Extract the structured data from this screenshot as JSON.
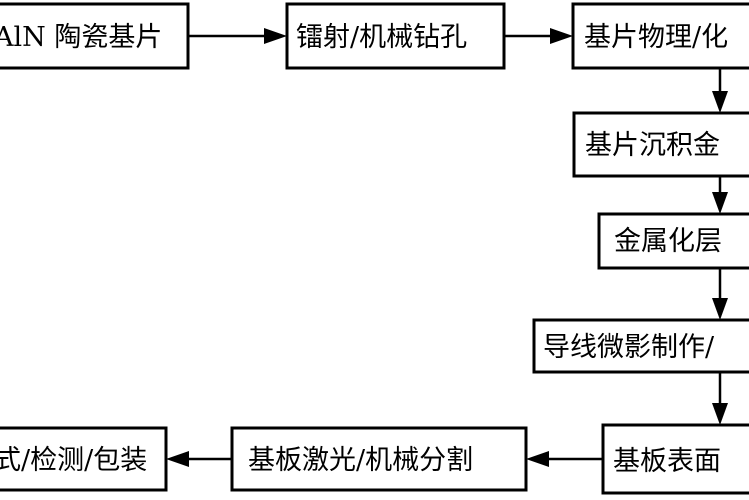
{
  "nodes": {
    "substrate": "AlN 陶瓷基片",
    "drilling": "镭射/机械钻孔",
    "treatment": "基片物理/化",
    "deposition": "基片沉积金",
    "thickening": "金属化层",
    "lithography": "导线微影制作/",
    "surface": "基板表面",
    "dicing": "基板激光/机械分割",
    "packaging": "式/检测/包装"
  },
  "colors": {
    "line": "#000000",
    "box_fill": "#ffffff",
    "background": "#ffffff"
  }
}
